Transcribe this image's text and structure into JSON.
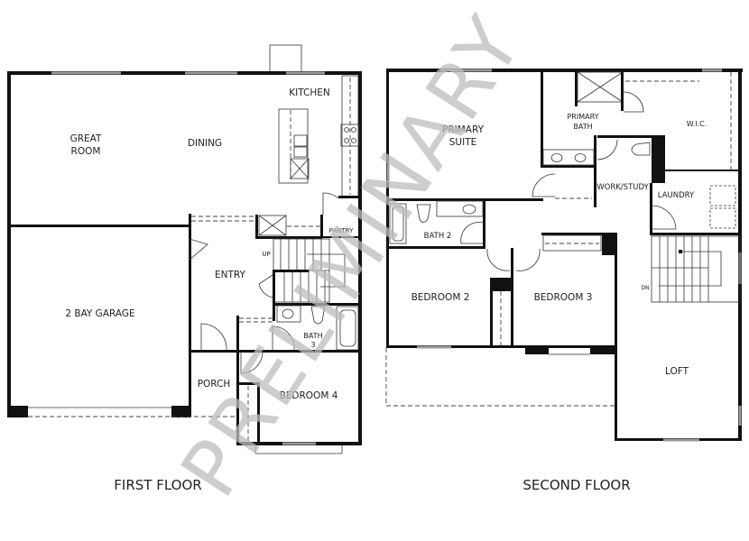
{
  "first_floor": {
    "title": "FIRST FLOOR",
    "rooms": {
      "great_room": [
        "GREAT",
        "ROOM"
      ],
      "dining": "DINING",
      "kitchen": "KITCHEN",
      "pantry": "PANTRY",
      "garage": "2 BAY GARAGE",
      "entry": "ENTRY",
      "porch": "PORCH",
      "bedroom4": "BEDROOM 4",
      "bath3": [
        "BATH",
        "3"
      ]
    },
    "stair_label": "UP"
  },
  "second_floor": {
    "title": "SECOND FLOOR",
    "rooms": {
      "primary_suite": [
        "PRIMARY",
        "SUITE"
      ],
      "primary_bath": [
        "PRIMARY",
        "BATH"
      ],
      "wic": "W.I.C.",
      "work_study": "WORK/STUDY",
      "laundry": "LAUNDRY",
      "bath2": "BATH 2",
      "bedroom2": "BEDROOM 2",
      "bedroom3": "BEDROOM 3",
      "loft": "LOFT"
    },
    "stair_label": "DN"
  },
  "watermark": "PRELIMINARY"
}
